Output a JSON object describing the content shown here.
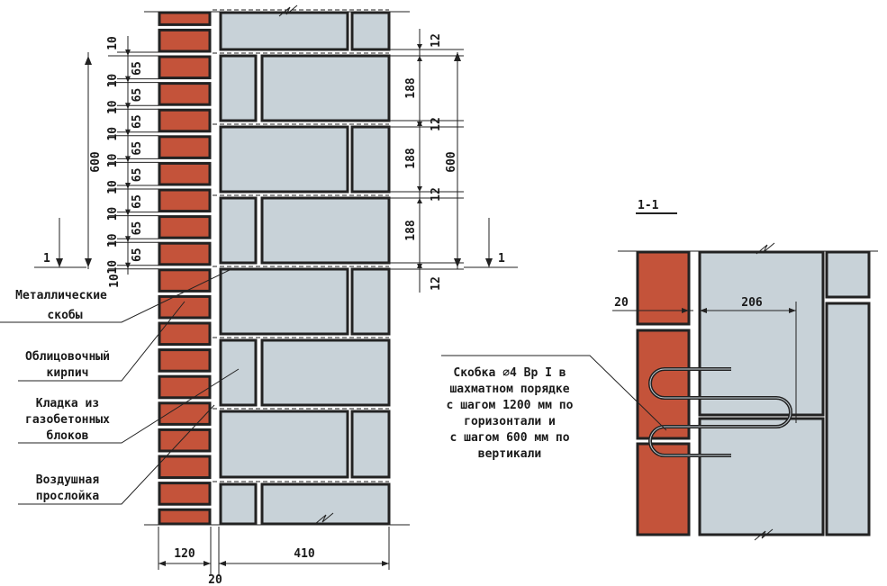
{
  "labels": {
    "brackets": [
      "Металлические",
      "скобы"
    ],
    "facing_brick": [
      "Облицовочный",
      "кирпич"
    ],
    "aerated_blocks": [
      "Кладка из",
      "газобетонных",
      "блоков"
    ],
    "air_gap": [
      "Воздушная",
      "прослойка"
    ]
  },
  "section_marker": "1",
  "section_title": "1-1",
  "staple_note": [
    "Скобка ∅4 Вр I в",
    "шахматном порядке",
    "с шагом 1200 мм по",
    "горизонтали и",
    "с шагом 600 мм по",
    "вертикали"
  ],
  "dims": {
    "joint": "10",
    "brick": "65",
    "total_left": "600",
    "block_joint": "12",
    "block": "188",
    "total_right": "600",
    "brick_width": "120",
    "gap": "20",
    "block_width": "410",
    "section_gap": "20",
    "section_depth": "206"
  },
  "colors": {
    "brick": "#c4533a",
    "block": "#c8d2d8"
  }
}
